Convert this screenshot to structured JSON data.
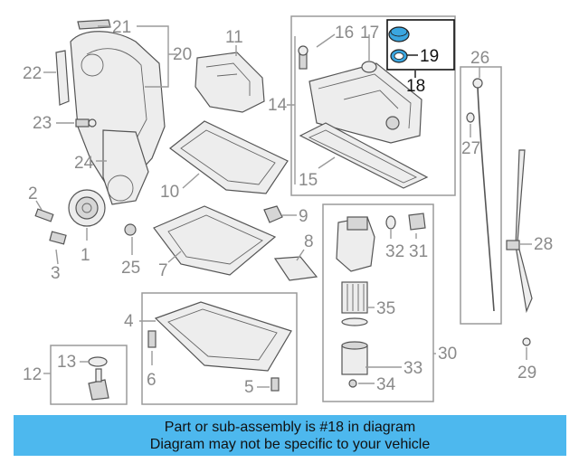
{
  "diagram": {
    "labels": {
      "l1": "1",
      "l2": "2",
      "l3": "3",
      "l4": "4",
      "l5": "5",
      "l6": "6",
      "l7": "7",
      "l8": "8",
      "l9": "9",
      "l10": "10",
      "l11": "11",
      "l12": "12",
      "l13": "13",
      "l14": "14",
      "l15": "15",
      "l16": "16",
      "l17": "17",
      "l18": "18",
      "l19": "19",
      "l20": "20",
      "l21": "21",
      "l22": "22",
      "l23": "23",
      "l24": "24",
      "l25": "25",
      "l26": "26",
      "l27": "27",
      "l28": "28",
      "l29": "29",
      "l30": "30",
      "l31": "31",
      "l32": "32",
      "l33": "33",
      "l34": "34",
      "l35": "35"
    },
    "highlight_part": "18",
    "highlight_color": "#3aa6e0"
  },
  "banner": {
    "line1": "Part or sub-assembly is #18 in diagram",
    "line2": "Diagram may not be specific to your vehicle",
    "background": "#4db8ee"
  }
}
